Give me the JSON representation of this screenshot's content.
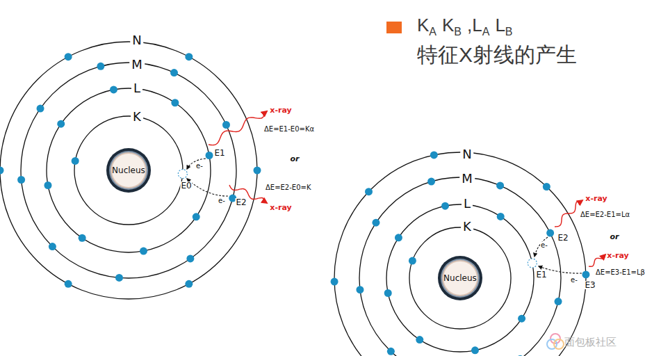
{
  "diagram": {
    "title": "特征X射线的产生",
    "nodes": [
      {
        "text": [
          "Nucleus"
        ]
      },
      {
        "text": [
          "Nucleus"
        ]
      }
    ],
    "labels": [
      "K",
      "A",
      "K",
      "B",
      ",L",
      "A",
      "L",
      "B",
      "N",
      "M",
      "L",
      "K",
      "x-ray",
      "ΔE=E1-E0=Kα",
      "or",
      "E1",
      "e-",
      "E0",
      "e-",
      "E2",
      "ΔE=E2-E0=K",
      "x-ray",
      "N",
      "M",
      "L",
      "K",
      "x-ray",
      "ΔE=E2-E1=Lα",
      "or",
      "E2",
      "e-",
      "x-ray",
      "E1",
      "ΔE=E3-E1=Lβ",
      "e-",
      "E3",
      "面包板社区"
    ]
  }
}
